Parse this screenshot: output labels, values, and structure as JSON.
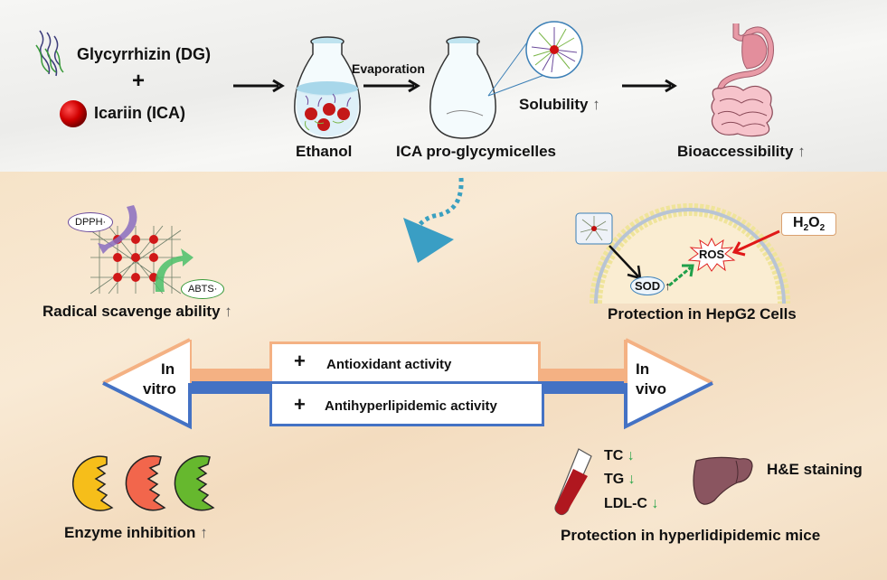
{
  "top_panel": {
    "ingredient_1": "Glycyrrhizin  (DG)",
    "plus": "+",
    "ingredient_2": "Icariin  (ICA)",
    "flask_1_label": "Ethanol",
    "process_label": "Evaporation",
    "flask_2_label": "ICA pro-glycymicelles",
    "solubility_label": "Solubility",
    "bioaccessibility_label": "Bioaccessibility",
    "up_arrow": "↑"
  },
  "in_vitro": {
    "radical_badge_1": "DPPH·",
    "radical_badge_2": "ABTS·",
    "radical_label": "Radical scavenge ability",
    "enzyme_label": "Enzyme inhibition",
    "up_arrow": "↑"
  },
  "hepg2": {
    "ros_label": "ROS",
    "sod_label": "SOD",
    "h2o2_main": "H",
    "h2o2_sub1": "2",
    "h2o2_mid": "O",
    "h2o2_sub2": "2",
    "caption": "Protection in HepG2 Cells",
    "up_arrow": "↑"
  },
  "center_arrow": {
    "left_label_line1": "In",
    "left_label_line2": "vitro",
    "right_label_line1": "In",
    "right_label_line2": "vivo",
    "activity_1": "Antioxidant activity",
    "activity_2": "Antihyperlipidemic activity",
    "plus": "+",
    "colors": {
      "orange": "#f4b183",
      "blue": "#4472c4"
    }
  },
  "in_vivo": {
    "markers": [
      {
        "label": "TC",
        "arrow": "↓"
      },
      {
        "label": "TG",
        "arrow": "↓"
      },
      {
        "label": "LDL-C",
        "arrow": "↓"
      }
    ],
    "staining_label": "H&E staining",
    "caption": "Protection in hyperlidipidemic mice"
  }
}
